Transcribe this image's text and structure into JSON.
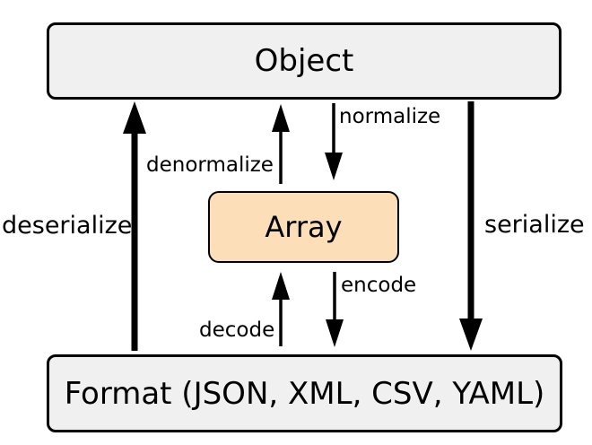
{
  "colors": {
    "background": "#ffffff",
    "node_border": "#000000",
    "gray_node_fill": "#f0f0f0",
    "peach_node_fill": "#fcdeb9",
    "arrow": "#000000",
    "text": "#000000"
  },
  "nodes": {
    "object": {
      "label": "Object",
      "fill": "gray"
    },
    "array": {
      "label": "Array",
      "fill": "peach"
    },
    "format": {
      "label": "Format (JSON, XML, CSV, YAML)",
      "fill": "gray"
    }
  },
  "edges": {
    "normalize": {
      "label": "normalize",
      "from": "object",
      "to": "array",
      "direction": "down",
      "weight": "thin"
    },
    "denormalize": {
      "label": "denormalize",
      "from": "array",
      "to": "object",
      "direction": "up",
      "weight": "thin"
    },
    "encode": {
      "label": "encode",
      "from": "array",
      "to": "format",
      "direction": "down",
      "weight": "thin"
    },
    "decode": {
      "label": "decode",
      "from": "format",
      "to": "array",
      "direction": "up",
      "weight": "thin"
    },
    "serialize": {
      "label": "serialize",
      "from": "object",
      "to": "format",
      "direction": "down",
      "weight": "thick"
    },
    "deserialize": {
      "label": "deserialize",
      "from": "format",
      "to": "object",
      "direction": "up",
      "weight": "thick"
    }
  }
}
